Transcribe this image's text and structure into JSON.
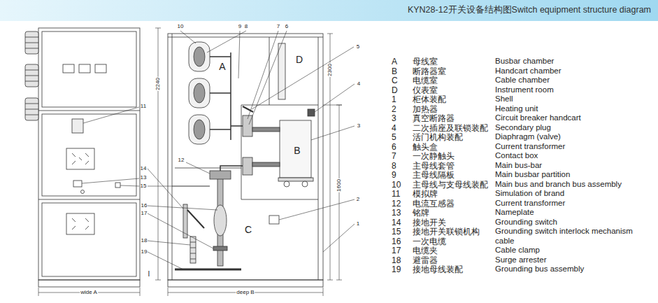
{
  "diagram": {
    "title": "KYN28-12开关设备结构图Switch equipment structure diagram",
    "labels": [
      "10",
      "9",
      "8",
      "7",
      "6",
      "5",
      "4",
      "3",
      "2",
      "1",
      "11",
      "12",
      "14",
      "13",
      "15",
      "16",
      "17",
      "18",
      "19",
      "I",
      "A",
      "D",
      "B",
      "C",
      "2240",
      "2300",
      "1600",
      "wide A",
      "deep B",
      "A",
      "母线室",
      "Busbar chamber",
      "B",
      "断路器室",
      "Handcart chamber",
      "C",
      "电缆室",
      "Cable chamber",
      "D",
      "仪表室",
      "Instrument room",
      "1",
      "柜体装配",
      "Shell",
      "2",
      "加热器",
      "Heating unit",
      "3",
      "真空断路器",
      "Circuit breaker handcart",
      "4",
      "二次插座及联锁装配",
      "Secondary plug",
      "5",
      "活门机构装配",
      "Diaphragm (valve)",
      "6",
      "触头盒",
      "Current transformer",
      "7",
      "一次静触头",
      "Contact box",
      "8",
      "主母线套管",
      "Main bus-bar",
      "9",
      "主母线隔板",
      "Main busbar partition",
      "10",
      "主母线与支母线装配",
      "Main bus and branch bus assembly",
      "11",
      "模拟牌",
      "Simulation of brand",
      "12",
      "电流互感器",
      "Current transformer",
      "13",
      "铭牌",
      "Nameplate",
      "14",
      "接地开关",
      "Grounding switch",
      "15",
      "接地开关联锁机构",
      "Grounding switch interlock mechanism",
      "16",
      "一次电缆",
      "cable",
      "17",
      "电缆夹",
      "Cable clamp",
      "18",
      "避雷器",
      "Surge arrester",
      "19",
      "接地母线装配",
      "Grounding bus assembly"
    ]
  }
}
